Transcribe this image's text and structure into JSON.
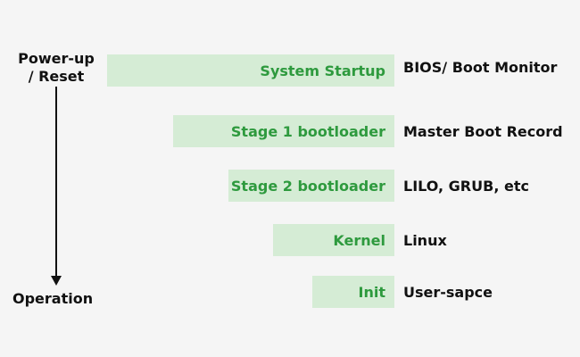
{
  "labels": {
    "start": "Power-up\n/ Reset",
    "end": "Operation"
  },
  "stages": [
    {
      "name": "System Startup",
      "description": "BIOS/ Boot Monitor"
    },
    {
      "name": "Stage 1 bootloader",
      "description": "Master Boot Record"
    },
    {
      "name": "Stage 2 bootloader",
      "description": "LILO, GRUB, etc"
    },
    {
      "name": "Kernel",
      "description": "Linux"
    },
    {
      "name": "Init",
      "description": "User-sapce"
    }
  ],
  "colors": {
    "stage_fill": "#d5ecd5",
    "stage_text": "#2e9a3e",
    "text": "#111111",
    "background": "#f5f5f5"
  }
}
